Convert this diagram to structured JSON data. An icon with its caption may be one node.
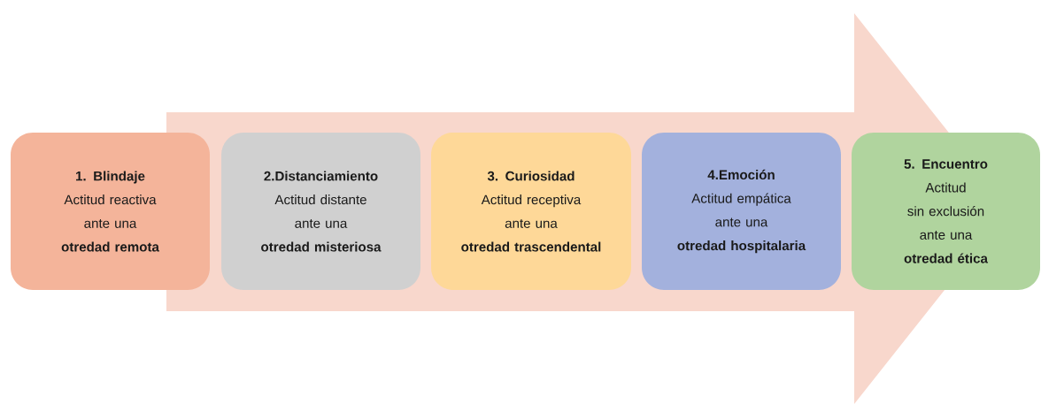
{
  "diagram": {
    "nodes": [
      {
        "text": [
          "1. Blindaje",
          "Actitud reactiva",
          "ante una",
          "otredad remota"
        ]
      },
      {
        "text": [
          "2.Distanciamiento",
          "Actitud distante",
          "ante una",
          "otredad misteriosa"
        ]
      },
      {
        "text": [
          "3. Curiosidad",
          "Actitud receptiva",
          "ante una",
          "otredad trascendental"
        ]
      },
      {
        "text": [
          "4.Emoción",
          "Actitud empática",
          "ante una",
          "otredad hospitalaria"
        ]
      },
      {
        "text": [
          "5. Encuentro",
          "Actitud",
          "sin exclusión",
          "ante una",
          "otredad ética"
        ]
      }
    ]
  }
}
